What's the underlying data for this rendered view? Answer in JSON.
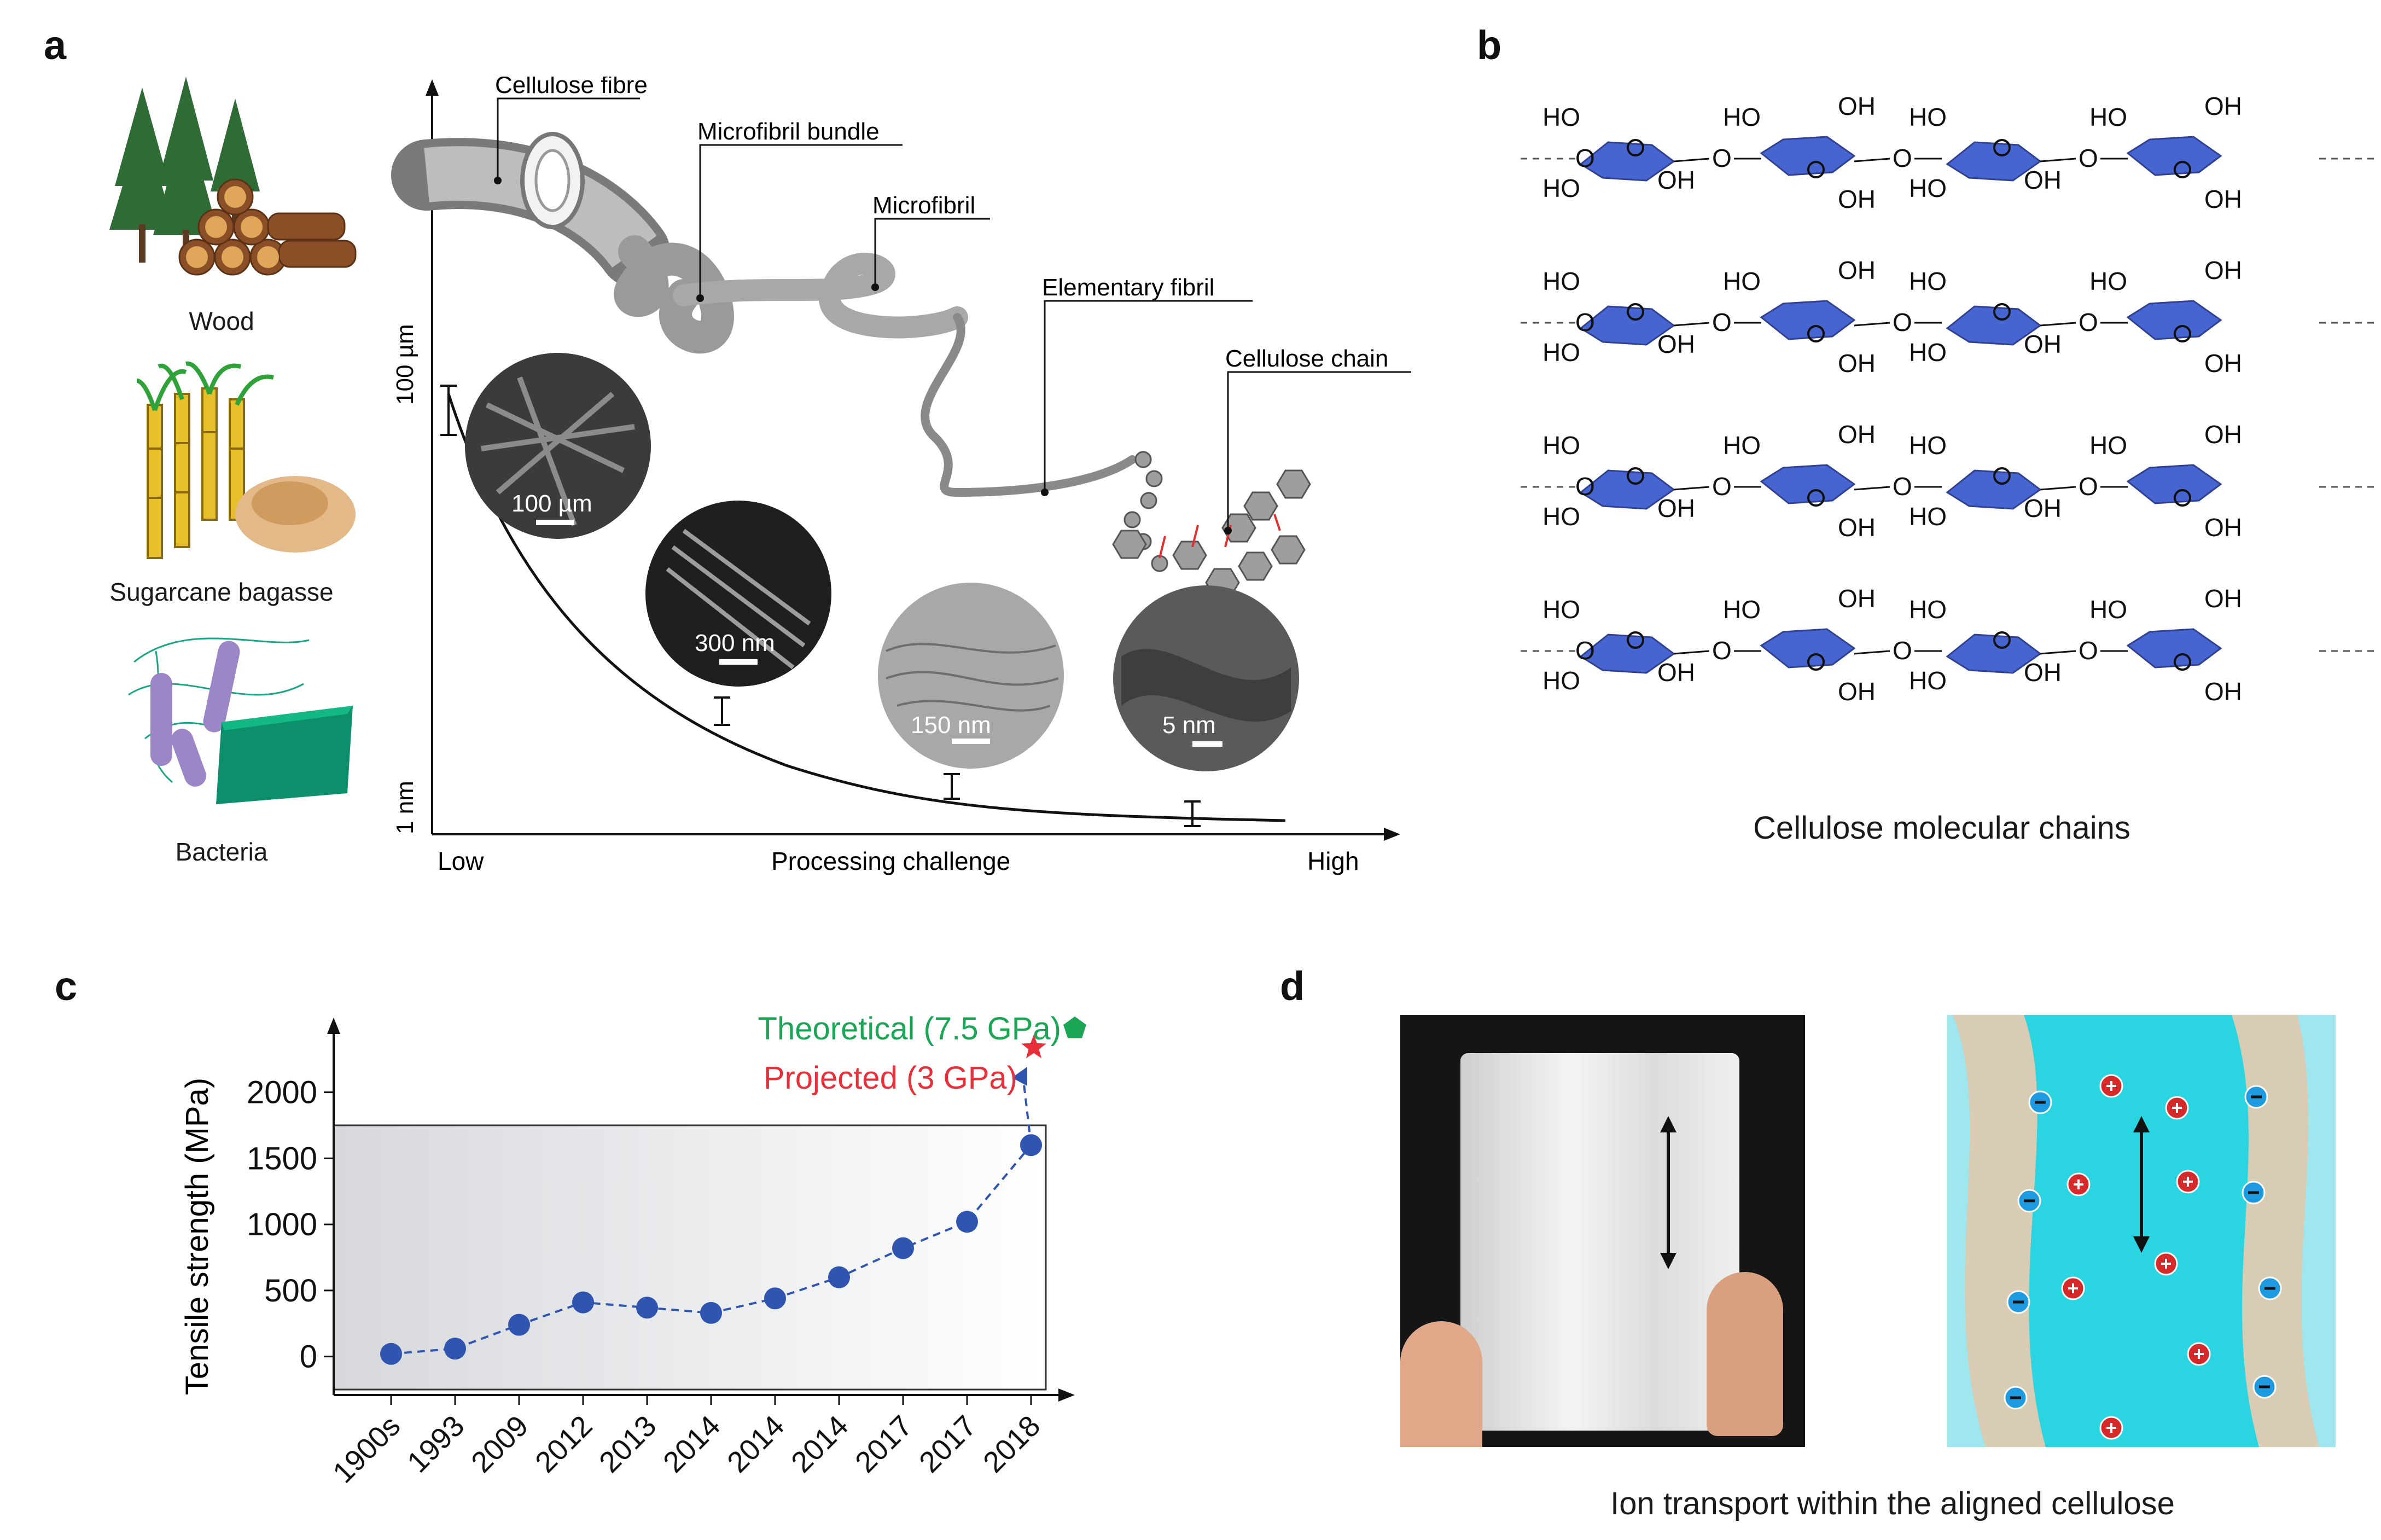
{
  "panels": {
    "a": "a",
    "b": "b",
    "c": "c",
    "d": "d"
  },
  "panel_a": {
    "sources": [
      "Wood",
      "Sugarcane bagasse",
      "Bacteria"
    ],
    "hierarchy_labels": [
      "Cellulose fibre",
      "Microfibril bundle",
      "Microfibril",
      "Elementary fibril",
      "Cellulose chain"
    ],
    "y_axis_ticks": [
      "100 µm",
      "1 nm"
    ],
    "x_axis": {
      "low": "Low",
      "title": "Processing challenge",
      "high": "High"
    },
    "scale_bars": [
      "100 µm",
      "300 nm",
      "150 nm",
      "5 nm"
    ]
  },
  "panel_b": {
    "caption": "Cellulose molecular chains",
    "groups": {
      "ho": "HO",
      "oh": "OH",
      "o": "O"
    },
    "ring_color": "#3355cc"
  },
  "panel_c": {
    "annotations": {
      "theoretical": "Theoretical (7.5 GPa)",
      "projected": "Projected (3 GPa)"
    },
    "colors": {
      "theoretical": "#1aa655",
      "projected": "#e8303a",
      "points": "#2f55b0"
    }
  },
  "panel_d": {
    "caption": "Ion transport within the aligned cellulose",
    "colors": {
      "channel": "#2ad4e0",
      "fibre": "#d8cdb4",
      "cation": "#d62a2a",
      "anion": "#1e9be0"
    }
  },
  "chart_data": {
    "type": "line",
    "categories": [
      "1900s",
      "1993",
      "2009",
      "2012",
      "2013",
      "2014",
      "2014",
      "2014",
      "2017",
      "2017",
      "2018"
    ],
    "values": [
      20,
      60,
      240,
      410,
      370,
      330,
      440,
      600,
      820,
      1020,
      1600
    ],
    "ylabel": "Tensile strength (MPa)",
    "yticks": [
      0,
      500,
      1000,
      1500,
      2000
    ],
    "ylim": [
      -250,
      2400
    ],
    "projected": 3000,
    "theoretical": 7500,
    "grid": false
  }
}
